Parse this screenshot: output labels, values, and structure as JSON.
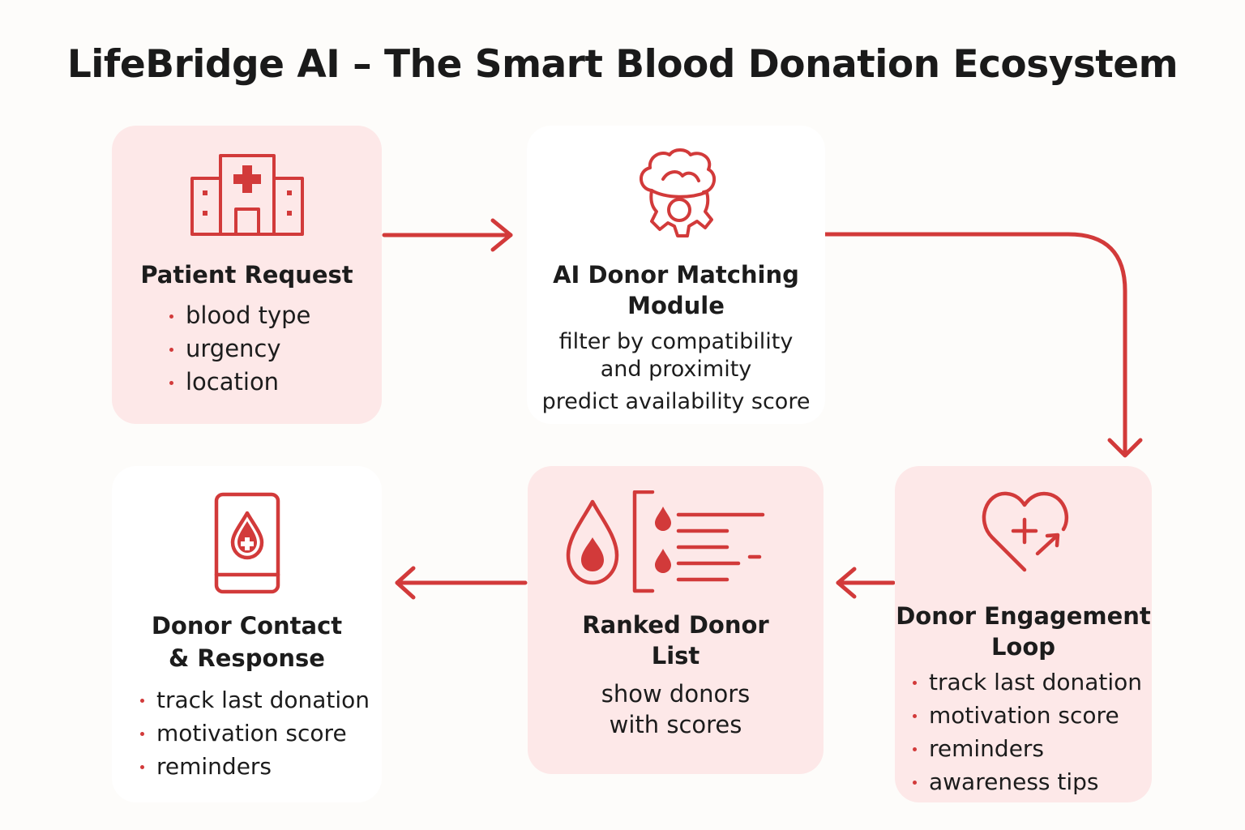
{
  "title": "LifeBridge AI – The Smart Blood Donation Ecosystem",
  "accent_color": "#d23a3a",
  "cards": {
    "patient_request": {
      "icon": "hospital-icon",
      "title": "Patient Request",
      "bullets": [
        "blood type",
        "urgency",
        "location"
      ]
    },
    "ai_matching": {
      "icon": "brain-gear-icon",
      "title_line1": "AI Donor Matching",
      "title_line2": "Module",
      "text_line1": "filter by compatibility",
      "text_line2": "and proximity",
      "text_line3": "predict availability score"
    },
    "engagement": {
      "icon": "heart-plus-icon",
      "title_line1": "Donor Engagement",
      "title_line2": "Loop",
      "bullets": [
        "track last donation",
        "motivation score",
        "reminders",
        "awareness tips"
      ]
    },
    "ranked_list": {
      "icon": "blood-drop-list-icon",
      "title_line1": "Ranked Donor",
      "title_line2": "List",
      "text_line1": "show donors",
      "text_line2": "with scores"
    },
    "contact": {
      "icon": "phone-drop-icon",
      "title_line1": "Donor Contact",
      "title_line2": "& Response",
      "bullets": [
        "track last donation",
        "motivation score",
        "reminders"
      ]
    }
  }
}
